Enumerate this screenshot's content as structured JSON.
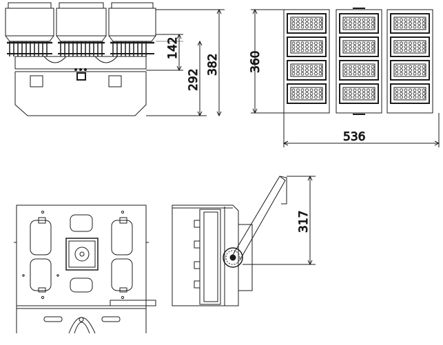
{
  "dimensions": {
    "height_142": "142",
    "height_292": "292",
    "height_382": "382",
    "height_360": "360",
    "width_536": "536",
    "arm_317": "317"
  },
  "colors": {
    "line": "#1a1a1a",
    "module": "#ffffff",
    "background": "#ffffff"
  }
}
